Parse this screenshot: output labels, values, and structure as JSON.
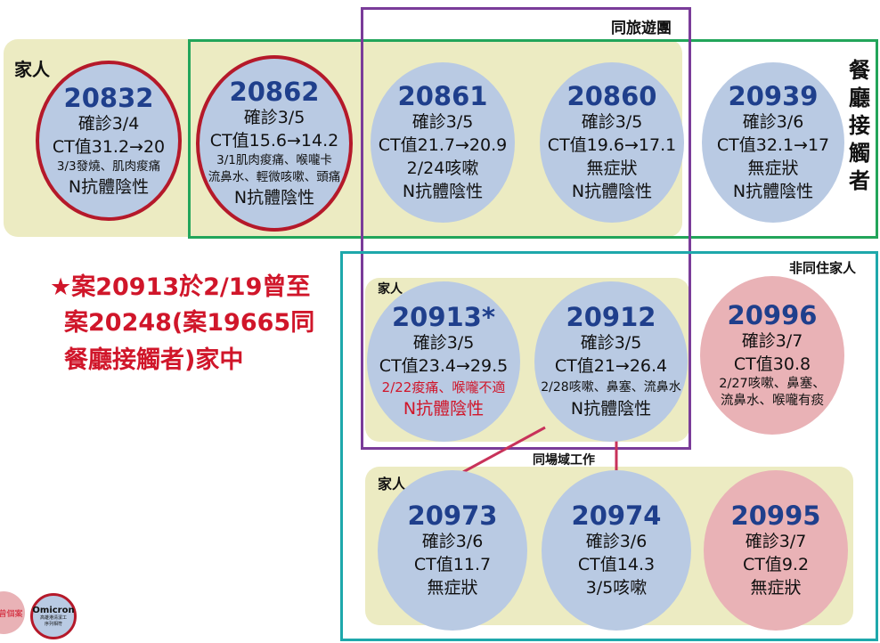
{
  "labels": {
    "family_top": "家人",
    "tour_group": "同旅遊團",
    "restaurant_contacts": "餐廳接觸者",
    "non_cohabiting": "非同住家人",
    "family_mid": "家人",
    "same_workplace": "同場域工作",
    "family_bottom": "家人"
  },
  "note": {
    "line1": "★案20913於2/19曾至",
    "line2": "案20248(案19665同",
    "line3": "餐廳接觸者)家中"
  },
  "cases": [
    {
      "id": "20832",
      "confirmed": "確診3/4",
      "ct": "CT值31.2→20",
      "symptom": "3/3發燒、肌肉痠痛",
      "antibody": "N抗體陰性"
    },
    {
      "id": "20862",
      "confirmed": "確診3/5",
      "ct": "CT值15.6→14.2",
      "symptom": "3/1肌肉痠痛、喉嚨卡",
      "symptom2": "流鼻水、輕微咳嗽、頭痛",
      "antibody": "N抗體陰性"
    },
    {
      "id": "20861",
      "confirmed": "確診3/5",
      "ct": "CT值21.7→20.9",
      "symptom": "2/24咳嗽",
      "antibody": "N抗體陰性"
    },
    {
      "id": "20860",
      "confirmed": "確診3/5",
      "ct": "CT值19.6→17.1",
      "symptom": "無症狀",
      "antibody": "N抗體陰性"
    },
    {
      "id": "20939",
      "confirmed": "確診3/6",
      "ct": "CT值32.1→17",
      "symptom": "無症狀",
      "antibody": "N抗體陰性"
    },
    {
      "id": "20913*",
      "confirmed": "確診3/5",
      "ct": "CT值23.4→29.5",
      "symptom": "2/22痠痛、喉嚨不適",
      "antibody": "N抗體陰性"
    },
    {
      "id": "20912",
      "confirmed": "確診3/5",
      "ct": "CT值21→26.4",
      "symptom": "2/28咳嗽、鼻塞、流鼻水",
      "antibody": "N抗體陰性"
    },
    {
      "id": "20996",
      "confirmed": "確診3/7",
      "ct": "CT值30.8",
      "symptom": "2/27咳嗽、鼻塞、",
      "symptom2": "流鼻水、喉嚨有痰"
    },
    {
      "id": "20973",
      "confirmed": "確診3/6",
      "ct": "CT值11.7",
      "symptom": "無症狀"
    },
    {
      "id": "20974",
      "confirmed": "確診3/6",
      "ct": "CT值14.3",
      "symptom": "3/5咳嗽"
    },
    {
      "id": "20995",
      "confirmed": "確診3/7",
      "ct": "CT值9.2",
      "symptom": "無症狀"
    }
  ],
  "legend": {
    "item1": "曾個案",
    "item2_title": "Omicron",
    "item2_line1": "高雄港清潔工",
    "item2_line2": "序列相符"
  },
  "colors": {
    "panel": "#ecebc2",
    "case_blue": "#b9cae3",
    "case_pink": "#e9b2b6",
    "omicron_ring": "#b5192a",
    "group_green": "#22a55a",
    "group_purple": "#7a3c99",
    "group_teal": "#1ea8ab",
    "link_line": "#c8325a"
  }
}
